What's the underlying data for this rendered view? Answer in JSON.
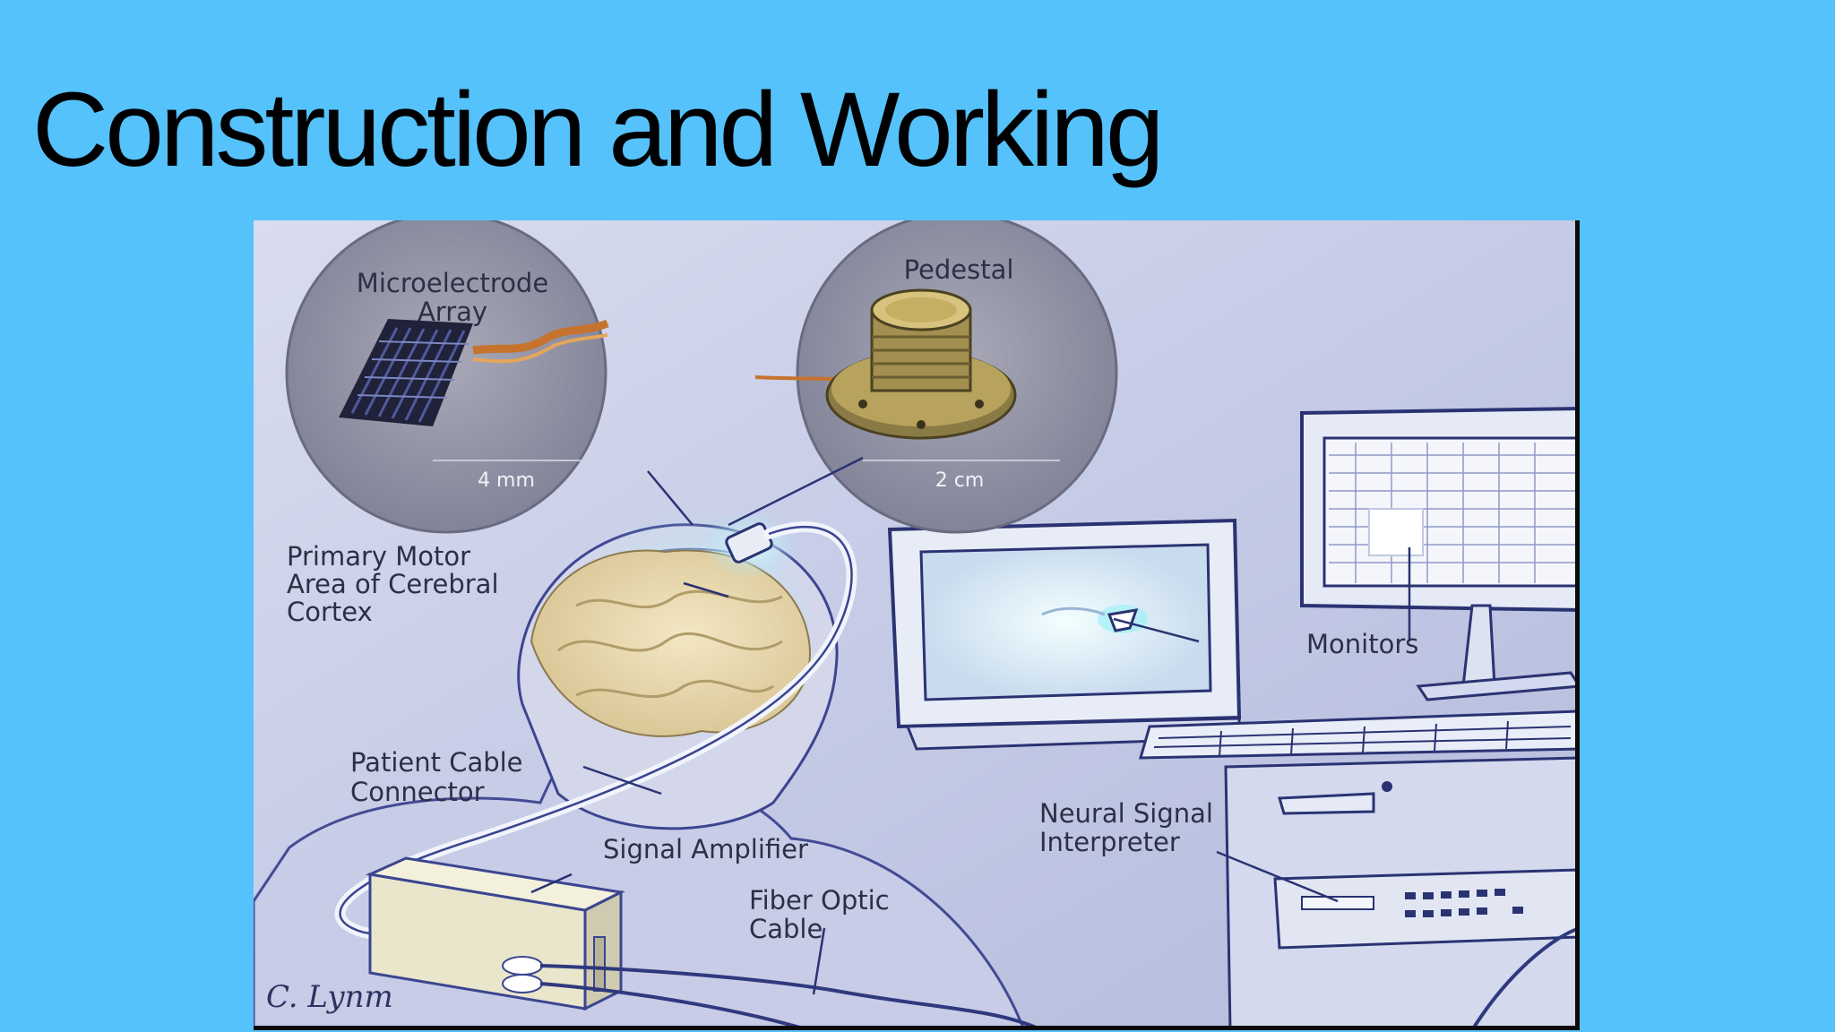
{
  "slide": {
    "title": "Construction and Working",
    "background": "#55c2fb"
  },
  "diagram": {
    "insets": {
      "microelectrode_title_1": "Microelectrode",
      "microelectrode_title_2": "Array",
      "microelectrode_scale": "4 mm",
      "pedestal_title": "Pedestal",
      "pedestal_scale": "2 cm"
    },
    "labels": {
      "motor_1": "Primary Motor",
      "motor_2": "Area of Cerebral",
      "motor_3": "Cortex",
      "monitors": "Monitors",
      "cable_1": "Patient Cable",
      "cable_2": "Connector",
      "amplifier": "Signal Amplifier",
      "fiber_1": "Fiber Optic",
      "fiber_2": "Cable",
      "neural_1": "Neural Signal",
      "neural_2": "Interpreter"
    },
    "artist_signature": "C. Lynm"
  }
}
